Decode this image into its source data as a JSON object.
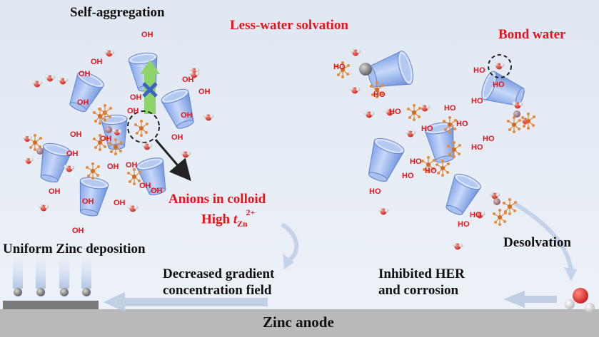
{
  "labels": {
    "self_aggregation": "Self-aggregation",
    "less_water_solvation": "Less-water solvation",
    "bond_water": "Bond water",
    "anions_in_colloid": "Anions in colloid",
    "high_t_prefix": "High ",
    "high_t_symbol": "t",
    "high_t_subscript": "Zn",
    "high_t_superscript": "2+",
    "uniform_zinc_deposition": "Uniform Zinc deposition",
    "decreased_gradient_line1": "Decreased gradient",
    "decreased_gradient_line2": "concentration field",
    "desolvation": "Desolvation",
    "inhibited_her_line1": "Inhibited HER",
    "inhibited_her_line2": "and corrosion",
    "zinc_anode": "Zinc anode"
  },
  "oh_label": "OH",
  "ho_label": "HO",
  "colors": {
    "red_text": "#e8141b",
    "black_text": "#111111",
    "cup": "#8fb0ea",
    "cup_dark": "#5f83cf",
    "anode": "#b9b9b9",
    "up_arrow": "#8fd36b",
    "block_x": "#3b63c4",
    "water_o": "#e0332e",
    "water_h": "#f3f3f3",
    "zn_ion": "#8e8e8e",
    "anion_s": "#e88a3a",
    "flow_arrow": "#b9c9e0"
  }
}
